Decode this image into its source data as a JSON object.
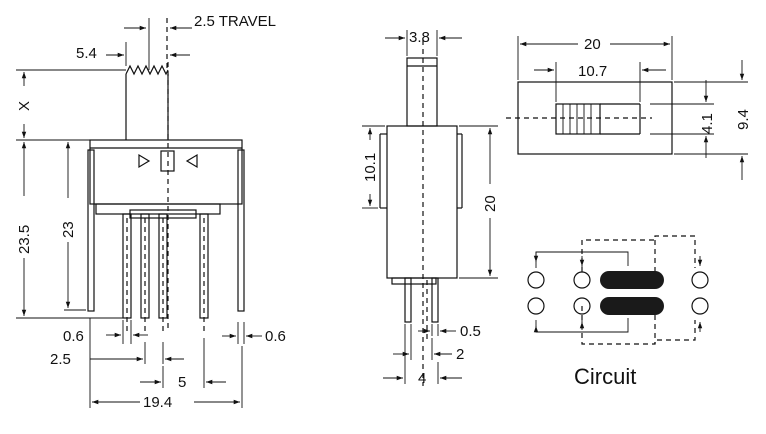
{
  "front_view": {
    "travel_label": "2.5 TRAVEL",
    "dim_actuator_width": "5.4",
    "dim_actuator_height": "X",
    "dim_total_height": "23.5",
    "dim_body_height": "23",
    "dim_pin_thickness_left": "0.6",
    "dim_pin_thickness_right": "0.6",
    "dim_pin_offset": "2.5",
    "dim_pin_pitch": "5",
    "dim_total_width": "19.4"
  },
  "side_view": {
    "dim_actuator_width": "3.8",
    "dim_lower_height": "10.1",
    "dim_body_height": "20",
    "dim_pin_thickness": "0.5",
    "dim_pin_gap": "2",
    "dim_pin_span": "4"
  },
  "top_view": {
    "dim_body_length": "20",
    "dim_slot_length": "10.7",
    "dim_slot_width": "4.1",
    "dim_body_width": "9.4"
  },
  "circuit": {
    "label": "Circuit"
  }
}
